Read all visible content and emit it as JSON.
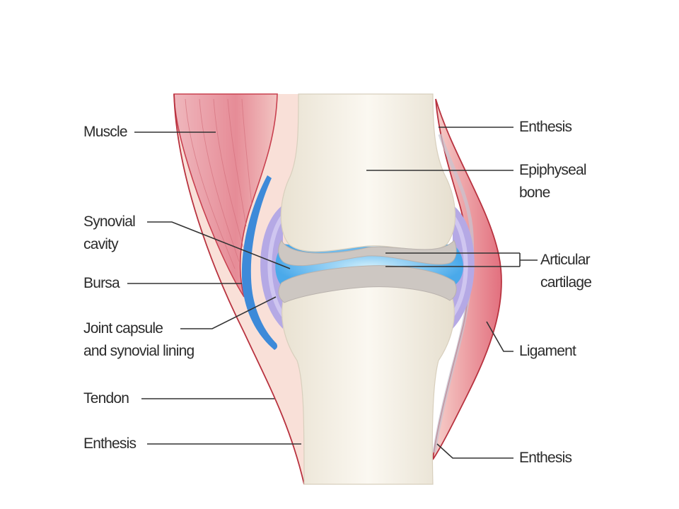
{
  "labels": {
    "muscle": "Muscle",
    "synovial_cavity": [
      "Synovial",
      "cavity"
    ],
    "bursa": "Bursa",
    "joint_capsule": [
      "Joint capsule",
      "and synovial lining"
    ],
    "tendon": "Tendon",
    "enthesis_left": "Enthesis",
    "enthesis_top_right": "Enthesis",
    "epiphyseal_bone": [
      "Epiphyseal",
      "bone"
    ],
    "articular_cartilage": [
      "Articular",
      "cartilage"
    ],
    "ligament": "Ligament",
    "enthesis_bottom_right": "Enthesis"
  },
  "colors": {
    "bone": "#f3eee2",
    "cartilage": "#cfcac4",
    "synovial_fluid": "#5fb6ee",
    "capsule": "#b9aee6",
    "bursa": "#3a86d8",
    "muscle": "#e7a1aa",
    "tendon": "#f8d8cf",
    "ligament": "#e5848f",
    "outline": "#b8323f"
  }
}
